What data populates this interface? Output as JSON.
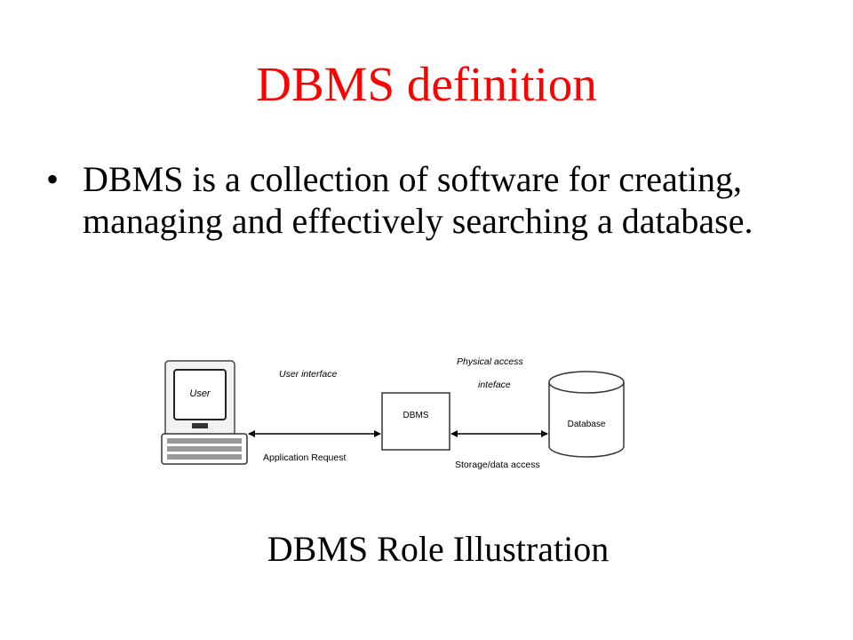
{
  "slide": {
    "title": "DBMS definition",
    "title_color": "#ff0000",
    "bullets": [
      {
        "text": "DBMS is a collection of software for creating, managing and effectively searching a database."
      }
    ],
    "caption": "DBMS Role Illustration"
  },
  "diagram": {
    "user_label": "User",
    "dbms_label": "DBMS",
    "database_label": "Database",
    "user_interface_label": "User interface",
    "application_request_label": "Application Request",
    "physical_access_label_line1": "Physical access",
    "physical_access_label_line2": "inteface",
    "storage_access_label": "Storage/data access",
    "icons": [
      "computer-icon",
      "keyboard-icon",
      "database-cylinder-icon"
    ]
  }
}
